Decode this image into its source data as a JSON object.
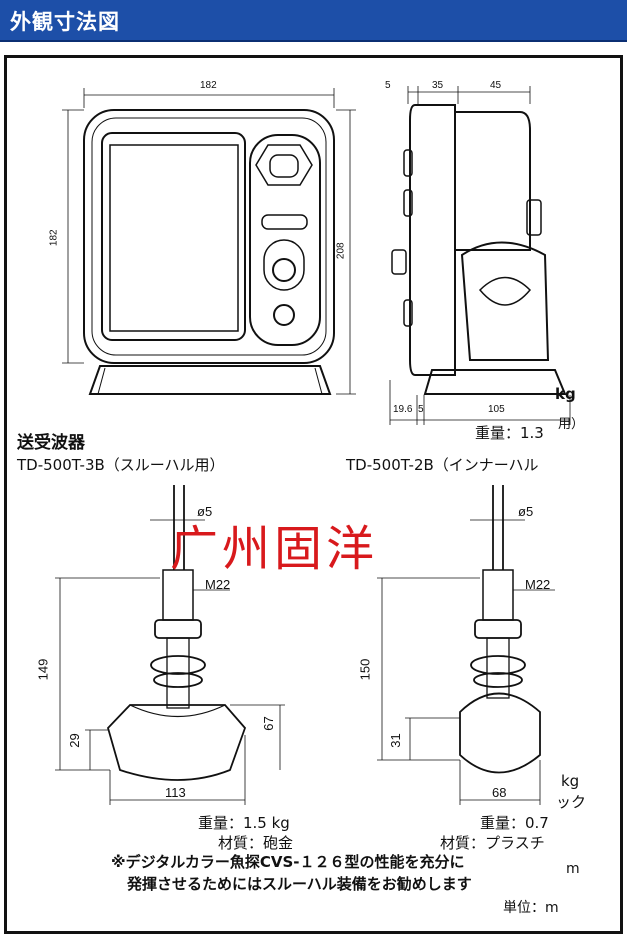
{
  "header": {
    "title": "外観寸法図"
  },
  "display_unit": {
    "front": {
      "width": "182",
      "height": "182",
      "total_height": "208"
    },
    "side": {
      "dim_a": "5",
      "dim_b": "35",
      "dim_c": "45",
      "bottom_a": "19.6",
      "bottom_b": "5",
      "bottom_c": "105",
      "kg_label": "kg",
      "weight": "重量：1.3",
      "cut_suffix": "用）"
    }
  },
  "transducer": {
    "section_title": "送受波器",
    "left": {
      "model": "TD-500T-3B（スルーハル用）",
      "diameter": "ø5",
      "thread": "M22",
      "height": "149",
      "bottom_height": "29",
      "side_height": "67",
      "width": "113",
      "weight": "重量：1.5 kg",
      "material": "材質：砲金"
    },
    "right": {
      "model": "TD-500T-2B（インナーハル",
      "diameter": "ø5",
      "thread": "M22",
      "height": "150",
      "bottom_height": "31",
      "width": "68",
      "kg_label": "kg",
      "cut_suffix": "ック",
      "weight": "重量：0.7",
      "material": "材質：プラスチ"
    }
  },
  "notes": {
    "line1": "※デジタルカラー魚探CVS-１２６型の性能を充分に",
    "line2": "発揮させるためにはスルーハル装備をお勧めします",
    "m_label": "m",
    "unit": "単位：m"
  },
  "watermark": "广州固洋"
}
